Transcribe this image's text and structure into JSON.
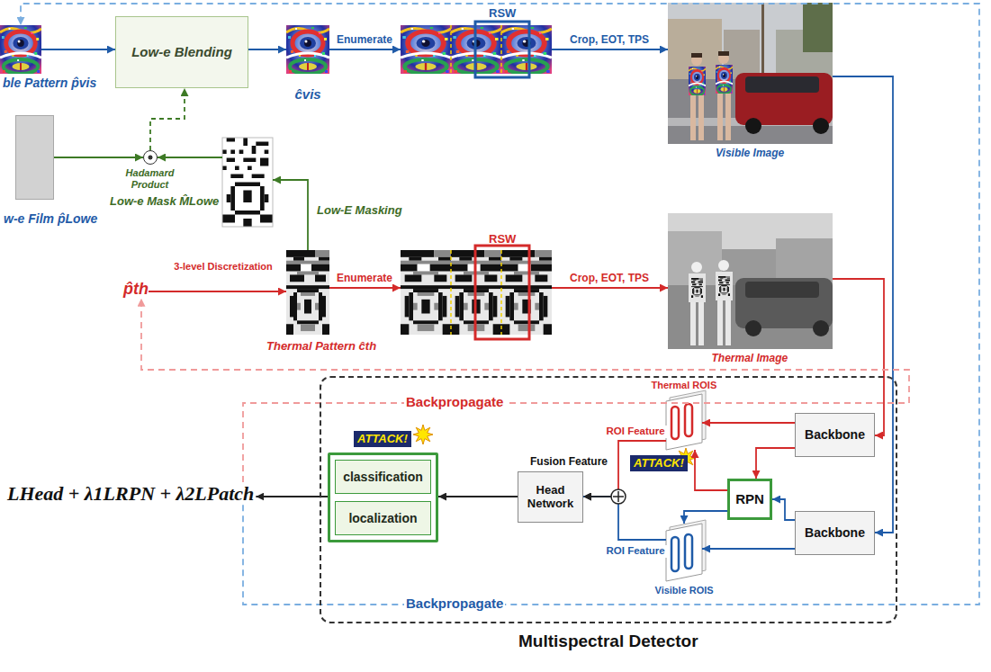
{
  "diagram": {
    "nodes": [
      {
        "text": [
          "ble Pattern p̂vis"
        ]
      },
      {
        "text": [
          "Low-e Blending"
        ]
      },
      {
        "text": [
          "ĉvis"
        ]
      },
      {
        "text": [
          "RSW"
        ]
      },
      {
        "text": [
          "Visible Image"
        ]
      },
      {
        "text": [
          "w-e Film p̂Lowe"
        ]
      },
      {
        "text": [
          "Hadamard Product"
        ]
      },
      {
        "text": [
          "Low-e Mask M̂Lowe"
        ]
      },
      {
        "text": [
          "p̂th"
        ]
      },
      {
        "text": [
          "Thermal Pattern ĉth"
        ]
      },
      {
        "text": [
          "RSW"
        ]
      },
      {
        "text": [
          "Thermal Image"
        ]
      },
      {
        "text": [
          "Multispectral Detector"
        ]
      },
      {
        "text": [
          "Thermal ROIS"
        ],
        "in": 12
      },
      {
        "text": [
          "Backbone"
        ],
        "in": 12
      },
      {
        "text": [
          "ATTACK!"
        ],
        "in": 12
      },
      {
        "text": [
          "classification"
        ],
        "in": 15
      },
      {
        "text": [
          "localization"
        ],
        "in": 15
      },
      {
        "text": [
          "Head Network"
        ],
        "in": 12
      },
      {
        "text": [
          "RPN"
        ],
        "in": 12
      },
      {
        "text": [
          "Backbone"
        ],
        "in": 12
      },
      {
        "text": [
          "Visible ROIS"
        ],
        "in": 12
      },
      {
        "text": [
          "LHead + λ1LRPN + λ2LPatch"
        ]
      }
    ],
    "edges": [
      {
        "from": 0,
        "to": 1,
        "arrow": "to"
      },
      {
        "from": 1,
        "to": 2,
        "arrow": "to"
      },
      {
        "from": 2,
        "to": 3,
        "label": "Enumerate",
        "arrow": "to"
      },
      {
        "from": 3,
        "to": 4,
        "label": "Crop, EOT, TPS",
        "arrow": "to"
      },
      {
        "from": 5,
        "to": 6,
        "arrow": "to"
      },
      {
        "from": 7,
        "to": 6,
        "arrow": "to"
      },
      {
        "from": 6,
        "to": 1,
        "arrow": "to"
      },
      {
        "from": 9,
        "to": 7,
        "label": "Low-E Masking",
        "arrow": "to"
      },
      {
        "from": 8,
        "to": 9,
        "label": "3-level Discretization",
        "arrow": "to"
      },
      {
        "from": 9,
        "to": 10,
        "label": "Enumerate",
        "arrow": "to"
      },
      {
        "from": 10,
        "to": 11,
        "label": "Crop, EOT, TPS",
        "arrow": "to"
      },
      {
        "from": 4,
        "to": 20,
        "arrow": "to"
      },
      {
        "from": 11,
        "to": 14,
        "arrow": "to"
      },
      {
        "from": 14,
        "to": 13,
        "arrow": "to"
      },
      {
        "from": 14,
        "to": 19,
        "arrow": "to"
      },
      {
        "from": 20,
        "to": 21,
        "arrow": "to"
      },
      {
        "from": 20,
        "to": 19,
        "arrow": "to"
      },
      {
        "from": 19,
        "to": 13,
        "arrow": "to"
      },
      {
        "from": 19,
        "to": 21,
        "arrow": "to"
      },
      {
        "from": 13,
        "to": 18,
        "label": "ROI Feature",
        "arrow": "to"
      },
      {
        "from": 21,
        "to": 18,
        "label": "ROI Feature",
        "arrow": "to"
      },
      {
        "from": 18,
        "to": 15,
        "arrow": "to"
      },
      {
        "from": 15,
        "to": 22,
        "arrow": "to"
      },
      {
        "from": 22,
        "to": 8,
        "label": "Backpropagate",
        "arrow": "to"
      },
      {
        "from": 22,
        "to": 0,
        "label": "Backpropagate",
        "arrow": "to"
      }
    ],
    "labels": [
      "ATTACK!",
      "Fusion Feature"
    ]
  }
}
